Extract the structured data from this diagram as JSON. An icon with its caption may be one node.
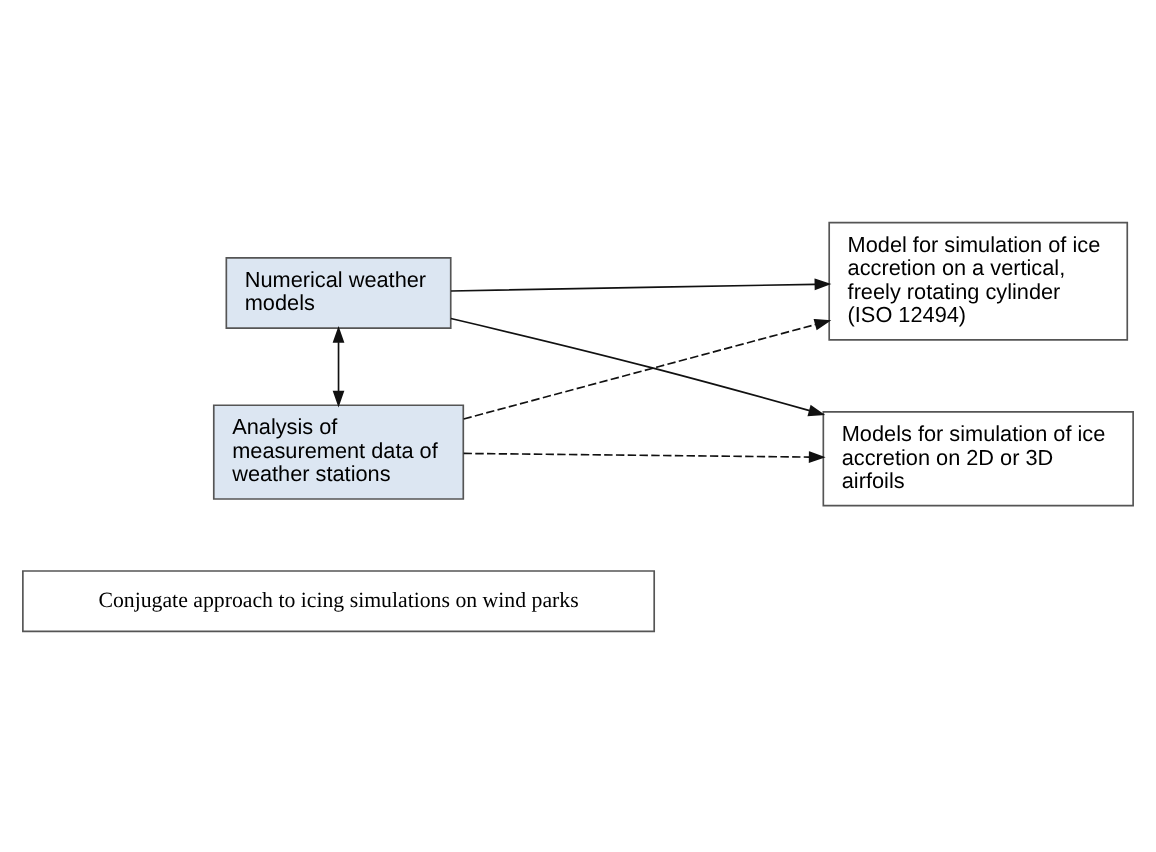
{
  "diagram": {
    "nodes": [
      {
        "text": [
          "Conjugate approach to icing simulations on wind parks"
        ]
      },
      {
        "text": [
          "Numerical weather models"
        ]
      },
      {
        "text": [
          "Analysis of measurement data of weather stations"
        ]
      },
      {
        "text": [
          "Model for simulation of ice accretion on a vertical, freely rotating cylinder (ISO 12494)"
        ]
      },
      {
        "text": [
          "Models for simulation of ice accretion on 2D or 3D airfoils"
        ]
      }
    ],
    "edges": [
      {
        "from": 1,
        "to": 3,
        "arrow": "to"
      },
      {
        "from": 1,
        "to": 4,
        "arrow": "to"
      },
      {
        "from": 1,
        "to": 2,
        "arrow": "both"
      },
      {
        "from": 2,
        "to": 3,
        "arrow": "to",
        "style": "dashed"
      },
      {
        "from": 2,
        "to": 4,
        "arrow": "to",
        "style": "dashed"
      }
    ]
  }
}
